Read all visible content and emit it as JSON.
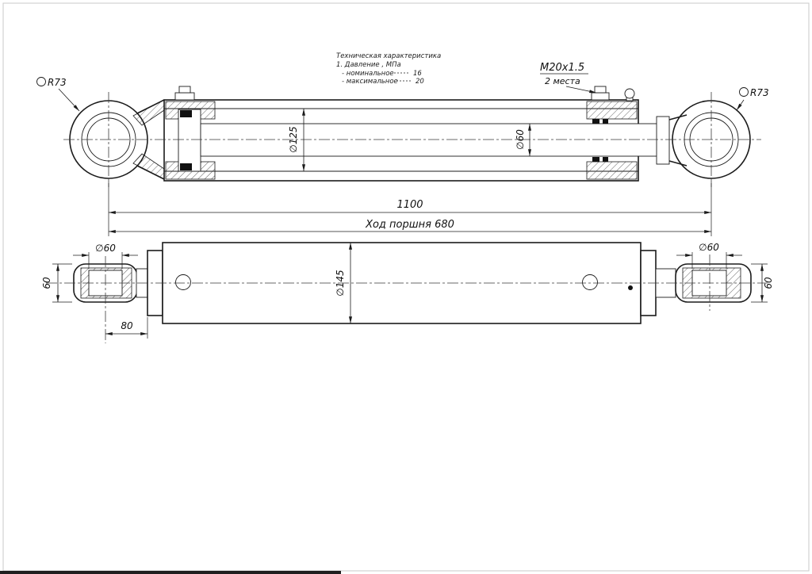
{
  "drawing": {
    "tech_spec": {
      "title": "Техническая  характеристика",
      "item1": "1. Давление , МПа",
      "nominal_label": "- номинальное",
      "nominal_value": "16",
      "max_label": "- максимальное",
      "max_value": "20"
    },
    "top_view": {
      "left_eye_radius": "R73",
      "right_eye_radius": "R73",
      "bore_dia": "∅125",
      "rod_dia": "∅60",
      "thread_label": "M20x1.5",
      "thread_places": "2 места",
      "overall_length": "1100",
      "stroke_label": "Ход поршня 680"
    },
    "bottom_view": {
      "left_eye_dia": "∅60",
      "right_eye_dia": "∅60",
      "left_eye_width": "60",
      "right_eye_width": "60",
      "eye_offset": "80",
      "body_dia": "∅145"
    }
  }
}
